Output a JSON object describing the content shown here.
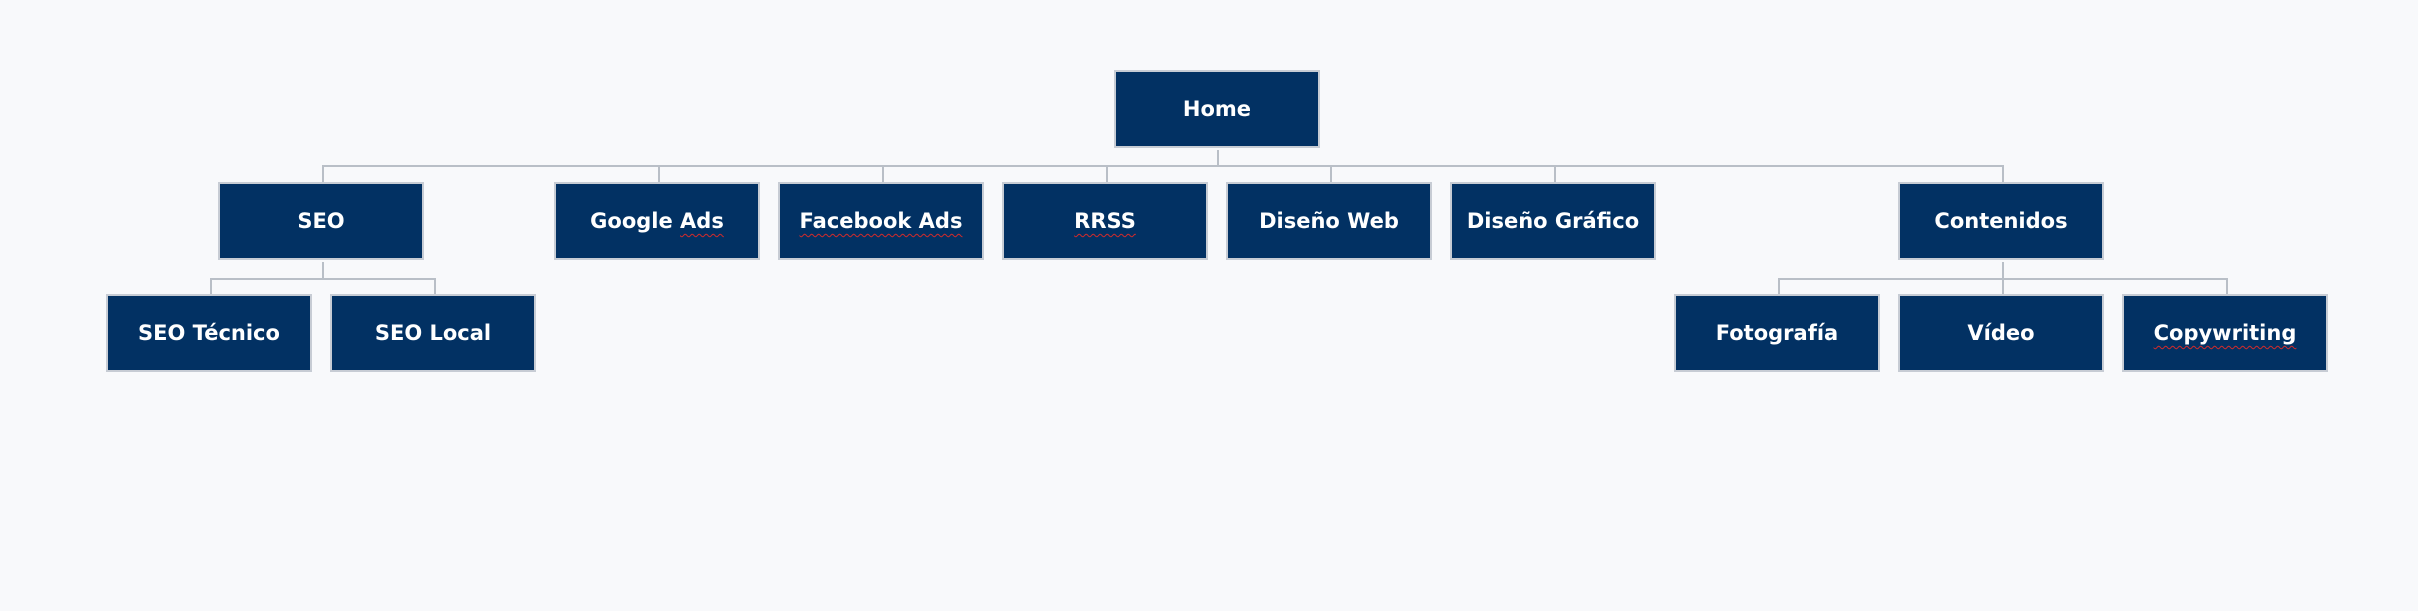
{
  "colors": {
    "background": "#f8f9fb",
    "node_fill": "#023163",
    "node_border": "#c7ccd4",
    "node_text": "#ffffff",
    "connector": "#b9bfc7",
    "spellcheck_underline": "#d42a2a"
  },
  "sitemap": {
    "root": {
      "label": "Home"
    },
    "sections": {
      "seo": {
        "label": "SEO"
      },
      "seo_tecnico": {
        "label": "SEO Técnico"
      },
      "seo_local": {
        "label": "SEO Local"
      },
      "google_ads": {
        "label": "Google Ads"
      },
      "facebook_ads": {
        "label": "Facebook Ads"
      },
      "rrss": {
        "label": "RRSS"
      },
      "diseno_web": {
        "label": "Diseño Web"
      },
      "diseno_grafico": {
        "label": "Diseño Gráfico"
      },
      "contenidos": {
        "label": "Contenidos"
      },
      "fotografia": {
        "label": "Fotografía"
      },
      "video": {
        "label": "Vídeo"
      },
      "copywriting": {
        "label": "Copywriting"
      }
    }
  }
}
